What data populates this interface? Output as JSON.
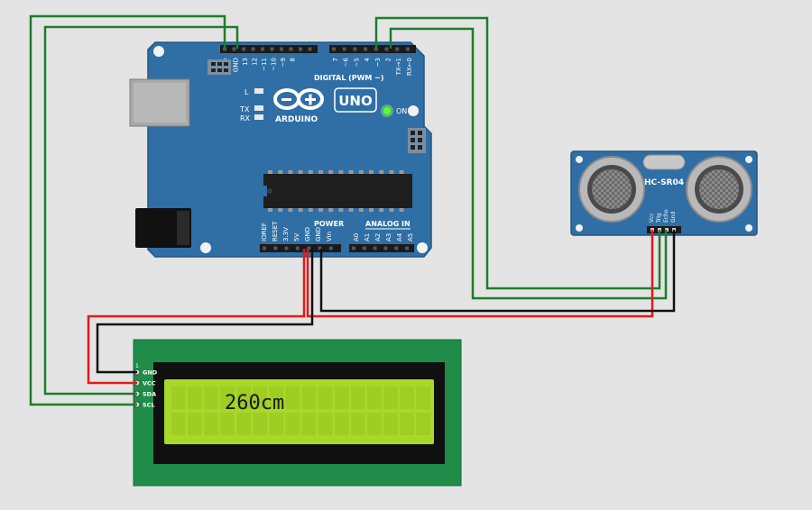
{
  "arduino": {
    "brand": "ARDUINO",
    "model": "UNO",
    "on_label": "ON",
    "l_label": "L",
    "tx_label": "TX",
    "rx_label": "RX",
    "digital_label": "DIGITAL (PWM ~)",
    "power_label": "POWER",
    "analog_label": "ANALOG IN",
    "digital_pins": [
      "AREF",
      "GND",
      "13",
      "12",
      "~11",
      "~10",
      "~9",
      "8",
      "7",
      "~6",
      "~5",
      "4",
      "~3",
      "2",
      "TX→1",
      "RX←0"
    ],
    "power_pins": [
      "IOREF",
      "RESET",
      "3.3V",
      "5V",
      "GND",
      "GND",
      "Vin"
    ],
    "analog_pins": [
      "A0",
      "A1",
      "A2",
      "A3",
      "A4",
      "A5"
    ]
  },
  "sensor": {
    "name": "HC-SR04",
    "pins": [
      "Vcc",
      "Trig",
      "Echo",
      "Gnd"
    ]
  },
  "lcd": {
    "pin_one": "1",
    "pins": [
      "GND",
      "VCC",
      "SDA",
      "SCL"
    ],
    "text": "260cm"
  },
  "colors": {
    "board": "#2f6fa5",
    "lcd_pcb": "#1f8c4a",
    "lcd_screen": "#a8d82a",
    "wire_green": "#1e7d2b",
    "wire_red": "#e01b1b",
    "wire_black": "#111111"
  }
}
